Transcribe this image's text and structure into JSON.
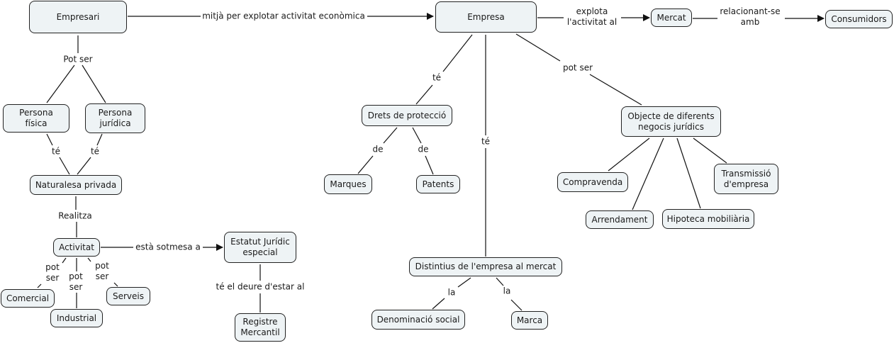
{
  "diagram": {
    "type": "concept-map",
    "colors": {
      "node_fill": "#eef3f5",
      "node_border": "#222222",
      "line": "#111111",
      "background": "#ffffff"
    },
    "nodes": {
      "empresari": "Empresari",
      "empresa": "Empresa",
      "mercat": "Mercat",
      "consumidors": "Consumidors",
      "persona_fisica": "Persona\nfísica",
      "persona_juridica": "Persona\njurídica",
      "naturalesa_privada": "Naturalesa privada",
      "activitat": "Activitat",
      "estatut_juridic": "Estatut Jurídic\nespecial",
      "registre_mercantil": "Registre\nMercantil",
      "comercial": "Comercial",
      "industrial": "Industrial",
      "serveis": "Serveis",
      "drets_proteccio": "Drets de protecció",
      "marques": "Marques",
      "patents": "Patents",
      "objecte_negocis": "Objecte de diferents\nnegocis jurídics",
      "compravenda": "Compravenda",
      "transmissio": "Transmissió\nd'empresa",
      "arrendament": "Arrendament",
      "hipoteca": "Hipoteca mobiliària",
      "distintius": "Distintius de l'empresa al mercat",
      "denominacio": "Denominació social",
      "marca": "Marca"
    },
    "links": {
      "mitja": "mitjà per explotar activitat econòmica",
      "explota": "explota\nl'activitat al",
      "relacionant": "relacionant-se\namb",
      "pot_ser_empresari": "Pot ser",
      "te_fisica": "té",
      "te_juridica": "té",
      "realitza": "Realitza",
      "sotmesa": "està sotmesa a",
      "deure": "té el deure d'estar al",
      "pot_ser_comercial": "pot\nser",
      "pot_ser_industrial": "pot\nser",
      "pot_ser_serveis": "pot\nser",
      "te_drets": "té",
      "de_marques": "de",
      "de_patents": "de",
      "te_distintius": "té",
      "pot_ser_empresa": "pot ser",
      "la_denominacio": "la",
      "la_marca": "la"
    }
  }
}
